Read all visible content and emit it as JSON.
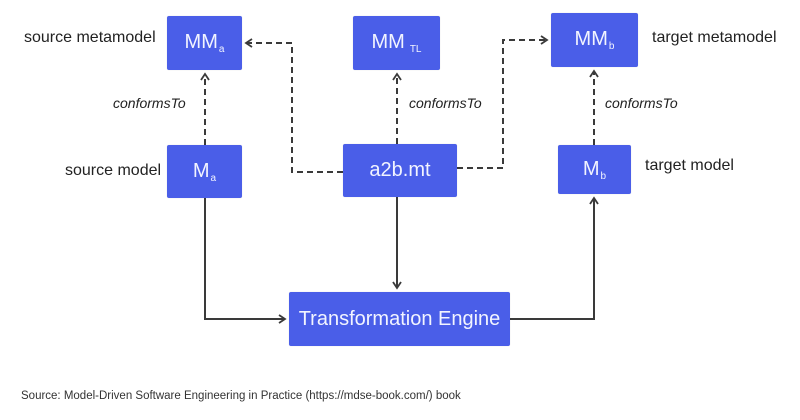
{
  "nodes": {
    "mm_a": {
      "main": "MM",
      "sub": "a"
    },
    "mm_tl": {
      "main": "MM",
      "sub": "TL"
    },
    "mm_b": {
      "main": "MM",
      "sub": "b"
    },
    "m_a": {
      "main": "M",
      "sub": "a"
    },
    "a2b": {
      "main": "a2b.mt"
    },
    "m_b": {
      "main": "M",
      "sub": "b"
    },
    "engine": {
      "main": "Transformation Engine"
    }
  },
  "labels": {
    "source_metamodel": "source metamodel",
    "target_metamodel": "target metamodel",
    "source_model": "source model",
    "target_model": "target model"
  },
  "edge_labels": {
    "conforms_a": "conformsTo",
    "conforms_tl": "conformsTo",
    "conforms_b": "conformsTo"
  },
  "caption": "Source:  Model-Driven Software Engineering in Practice (https://mdse-book.com/) book",
  "colors": {
    "node_fill": "#4a5ee8",
    "node_text": "#f2f4ff",
    "edge": "#3a3a3a"
  }
}
